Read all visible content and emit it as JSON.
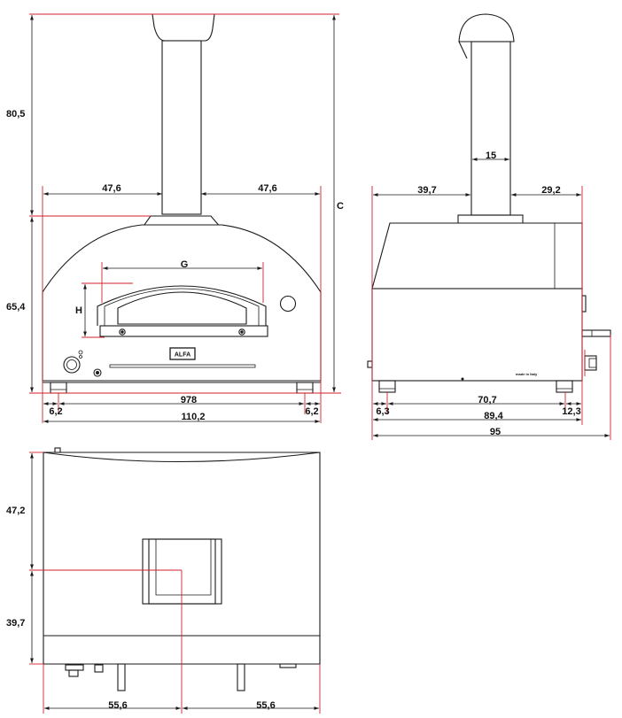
{
  "front_view": {
    "flue_height": "80,5",
    "oven_height": "65,4",
    "overall_height": "C",
    "flue_left_offset": "47,6",
    "flue_right_offset": "47,6",
    "mouth_width": "G",
    "mouth_height": "H",
    "inner_width": "978",
    "foot_left": "6,2",
    "foot_right": "6,2",
    "overall_width": "110,2",
    "brand": "ALFA"
  },
  "side_view": {
    "flue_diameter": "15",
    "flue_front_offset": "39,7",
    "flue_rear_offset": "29,2",
    "foot_front": "6,3",
    "foot_span": "70,7",
    "foot_rear": "12,3",
    "body_depth": "89,4",
    "overall_depth": "95",
    "made_in": "made in Italy"
  },
  "top_view": {
    "front_depth": "47,2",
    "rear_depth": "39,7",
    "left_width": "55,6",
    "right_width": "55,6"
  }
}
